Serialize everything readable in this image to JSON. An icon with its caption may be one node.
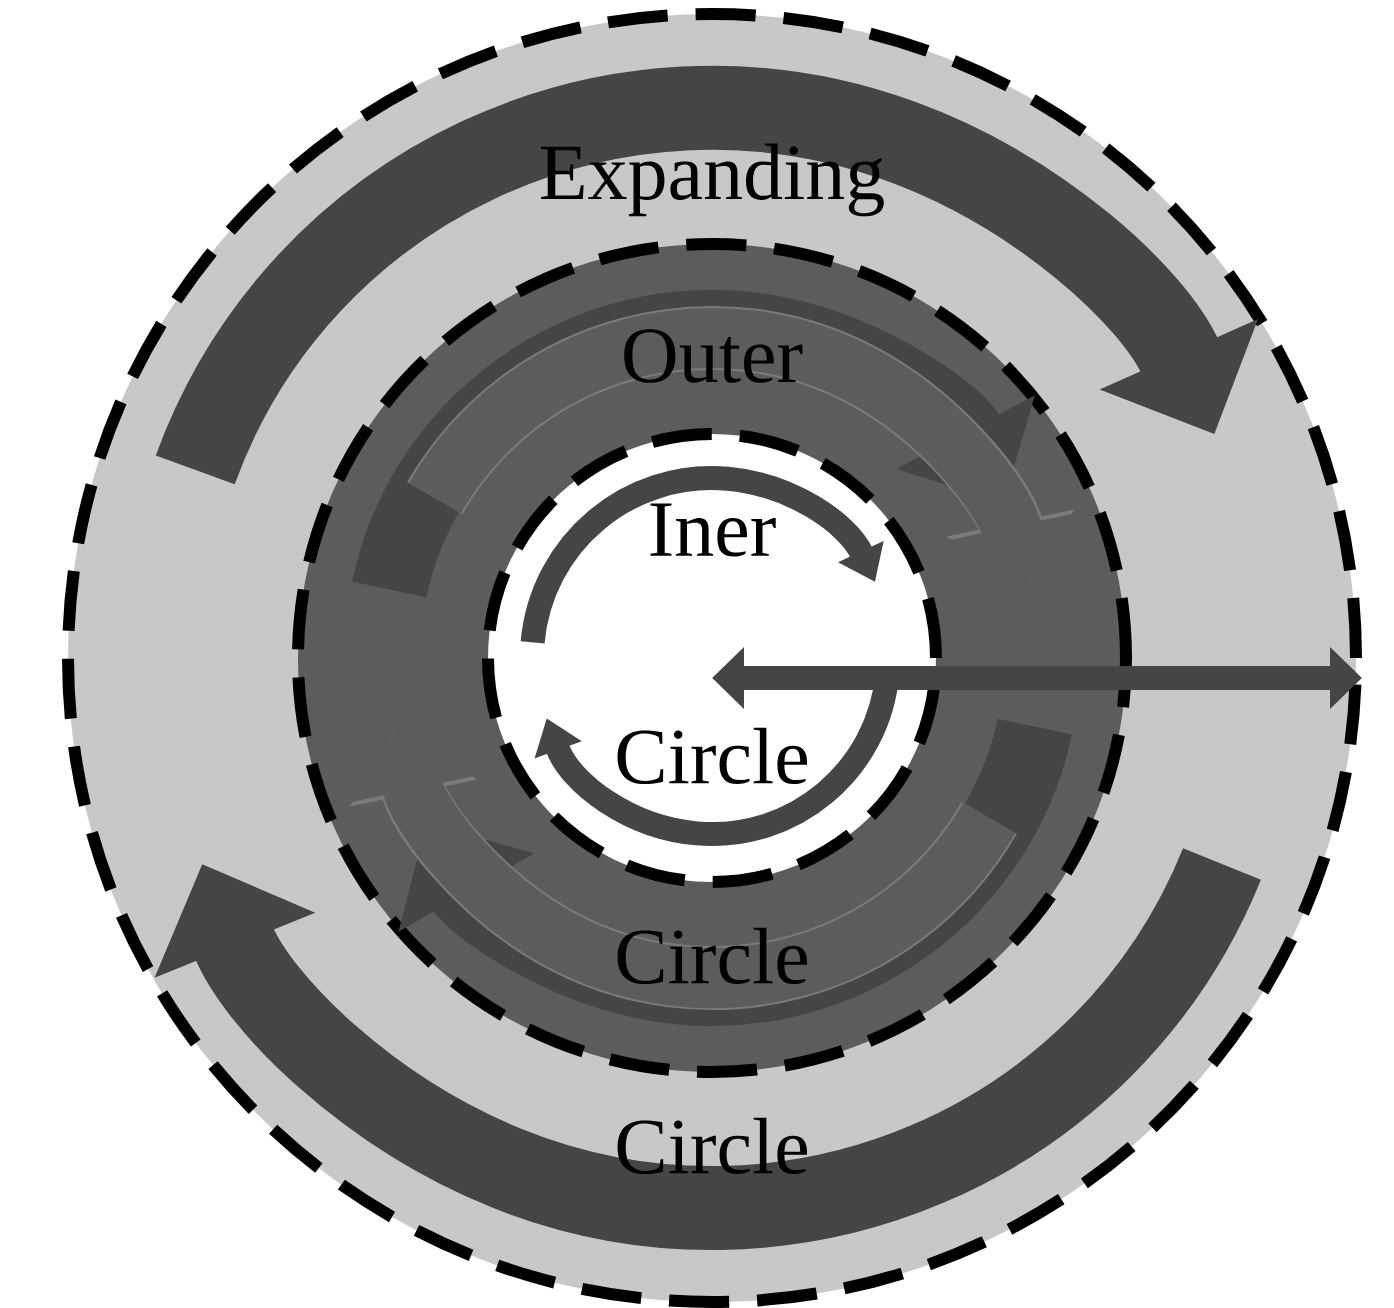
{
  "diagram": {
    "nodes": [
      {
        "text": [
          "Expanding",
          "Circle"
        ]
      },
      {
        "text": [
          "Outer",
          "Circle"
        ],
        "in": 0
      },
      {
        "text": [
          "Iner",
          "Circle"
        ],
        "in": 1
      }
    ],
    "edges": [
      {
        "from": 2,
        "to": 0,
        "arrow": "both"
      }
    ]
  }
}
